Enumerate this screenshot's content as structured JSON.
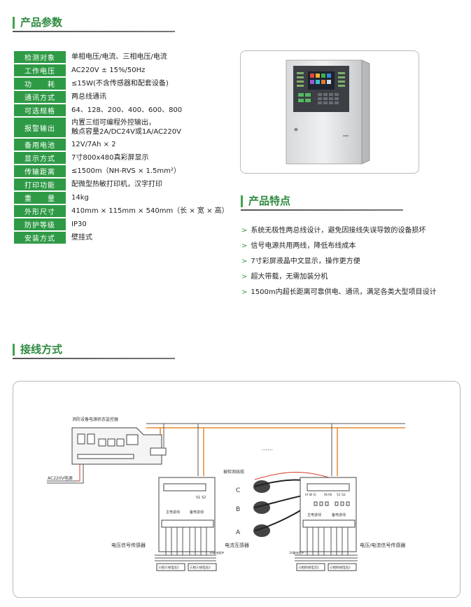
{
  "sections": {
    "params_title": "产品参数",
    "features_title": "产品特点",
    "wiring_title": "接线方式"
  },
  "specs": [
    {
      "label": "检测对象",
      "value": "单相电压/电流、三相电压/电流"
    },
    {
      "label": "工作电压",
      "value": "AC220V ± 15%/50Hz"
    },
    {
      "label": "功　　耗",
      "value": "≤15W(不含传感器和配套设备)"
    },
    {
      "label": "通讯方式",
      "value": "两总线通讯"
    },
    {
      "label": "可选规格",
      "value": "64、128、200、400、600、800"
    },
    {
      "label": "报警输出",
      "value": "内置三组可编程外控输出，",
      "value2": "触点容量2A/DC24V或1A/AC220V"
    },
    {
      "label": "备用电池",
      "value": "12V/7Ah × 2"
    },
    {
      "label": "显示方式",
      "value": "7寸800x480真彩屏显示"
    },
    {
      "label": "传输距离",
      "value": "≤1500m（NH-RVS × 1.5mm²）"
    },
    {
      "label": "打印功能",
      "value": "配微型热敏打印机，汉字打印"
    },
    {
      "label": "重　　量",
      "value": "14kg"
    },
    {
      "label": "外形尺寸",
      "value": "410mm × 115mm × 540mm（长 × 宽 × 高）"
    },
    {
      "label": "防护等级",
      "value": "IP30"
    },
    {
      "label": "安装方式",
      "value": "壁挂式"
    }
  ],
  "features": [
    "系统无极性两总线设计，避免因接线失误导致的设备损坏",
    "信号电源共用两线，降低布线成本",
    "7寸彩屏液晶中文显示，操作更方便",
    "超大带载，无需加装分机",
    "1500m内超长距离可靠供电、通讯，满足各类大型项目设计"
  ],
  "feature_arrow": ">",
  "diagram": {
    "monitor_label": "消防设备电源状态监控器",
    "ac_label": "AC220V电源",
    "dots": "……",
    "measured_line": "被检测线缆",
    "phase_c": "C",
    "phase_b": "B",
    "phase_a": "A",
    "voltage_sensor": "电压信号传感器",
    "current_transformer": "电流互感器",
    "vc_sensor": "电压/电流信号传感器",
    "main_power_left": "主电进线",
    "backup_power_left": "备电进线",
    "main_power_right": "主电进线",
    "backup_power_right": "备电进线",
    "terminal_left": "三相三线电压1",
    "terminal_left2": "三相三线电压2",
    "terminal_right": "三相四线电流1",
    "terminal_right2": "三相四线电压2",
    "s1s2": "S1 S2",
    "ia_ib_ic": "IA IB IC",
    "in_in": "IN IN",
    "note_small": "1A漏电保护",
    "note_small2": "1A漏电保护"
  },
  "colors": {
    "green": "#2f9a46",
    "orange": "#e8892b",
    "red": "#d93a2b"
  }
}
